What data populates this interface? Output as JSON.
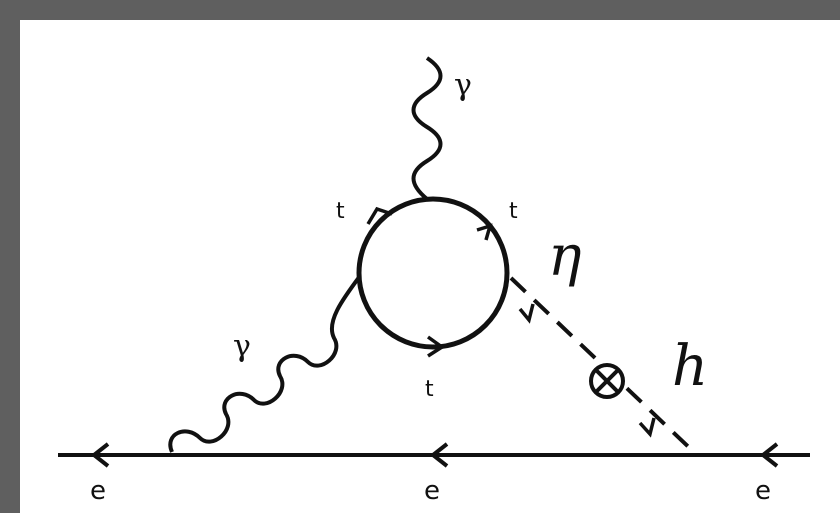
{
  "diagram": {
    "photon_top_label": "γ",
    "photon_left_label": "γ",
    "loop_labels": [
      "t",
      "t",
      "t"
    ],
    "eta_label": "η",
    "h_label": "h",
    "electron_labels": [
      "e",
      "e",
      "e"
    ],
    "insertion_symbol": "⊗"
  }
}
